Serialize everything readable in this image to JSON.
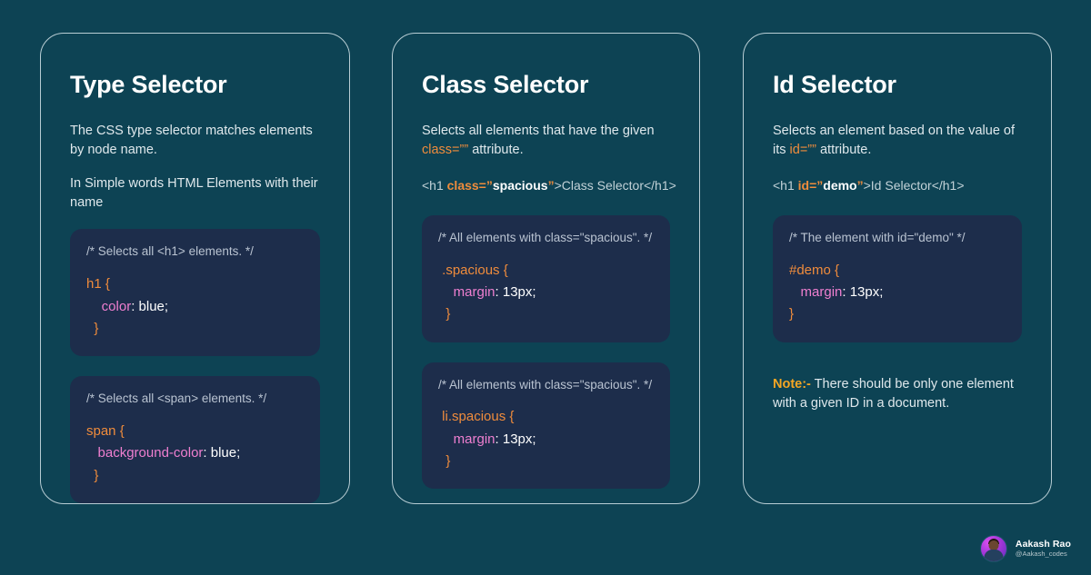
{
  "page": {
    "background_color": "#0d4354",
    "code_block_color": "#1d2d4b",
    "accent_orange": "#f08c3c",
    "accent_pink": "#ef7fd0",
    "note_yellow": "#f5a623"
  },
  "cards": [
    {
      "title": "Type Selector",
      "desc_1": "The CSS type selector matches elements by node name.",
      "desc_2": "In Simple words HTML Elements with their name",
      "blocks": [
        {
          "comment": "/* Selects all <h1> elements. */",
          "selector": "h1 {",
          "property": "color",
          "value": ": blue;",
          "close": "}"
        },
        {
          "comment": "/* Selects all <span> elements. */",
          "selector": "span {",
          "property": "background-color",
          "value": ": blue;",
          "close": "}"
        }
      ]
    },
    {
      "title": "Class Selector",
      "desc_pre": "Selects all elements that have the given ",
      "desc_token": "class=””",
      "desc_post": " attribute.",
      "snippet": {
        "open": "<h1 ",
        "attr": "class=”",
        "val": "spacious",
        "attr_end": "”",
        "rest": ">Class Selector</h1>"
      },
      "blocks": [
        {
          "comment": "/* All elements with class=\"spacious\". */",
          "selector": ".spacious {",
          "property": "margin",
          "value": ": 13px;",
          "close": "}"
        },
        {
          "comment": "/* All elements with class=\"spacious\". */",
          "selector": "li.spacious {",
          "property": "margin",
          "value": ": 13px;",
          "close": "}"
        }
      ]
    },
    {
      "title": "Id Selector",
      "desc_pre": "Selects an element based on the value of its ",
      "desc_token": "id=””",
      "desc_post": " attribute.",
      "snippet": {
        "open": "<h1 ",
        "attr": "id=”",
        "val": "demo",
        "attr_end": "”",
        "rest": ">Id Selector</h1>"
      },
      "blocks": [
        {
          "comment": "/* The element with id=\"demo\" */",
          "selector": "#demo {",
          "property": "margin",
          "value": ": 13px;",
          "close": "}"
        }
      ],
      "note_label": "Note:-",
      "note_text": " There should be only one element with a given ID in a document."
    }
  ],
  "signature": {
    "name": "Aakash Rao",
    "handle": "@Aakash_codes"
  }
}
